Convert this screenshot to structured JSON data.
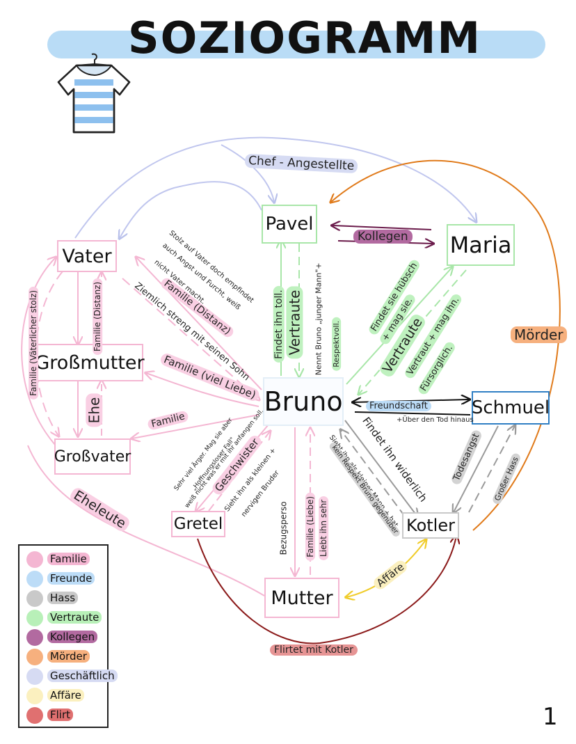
{
  "title": "SOZIOGRAMM",
  "icon": "striped-shirt-on-hanger-icon",
  "page_number": "1",
  "colors": {
    "familie": "#f4b6d2",
    "freunde": "#bcdcf7",
    "hass": "#c9c9c9",
    "vertraute": "#b8f0b8",
    "kollegen": "#b26aa0",
    "moerder": "#f6b07e",
    "geschaeftlich": "#d6dbf3",
    "affaere": "#fbf0bf",
    "flirt": "#e07070"
  },
  "nodes": {
    "vater": "Vater",
    "grossmutter": "Großmutter",
    "grossvater": "Großvater",
    "pavel": "Pavel",
    "maria": "Maria",
    "bruno": "Bruno",
    "schmuel": "Schmuel",
    "gretel": "Gretel",
    "kotler": "Kotler",
    "mutter": "Mutter"
  },
  "edges": {
    "chef_angestellte": "Chef - Angestellte",
    "kollegen": "Kollegen",
    "moerder": "Mörder",
    "vaterlicher_stolz": "Familie (Väterlicher stolz)",
    "familie_distanz_vg": "Familie (Distanz)",
    "ehe": "Ehe",
    "eheleute": "Eheleute",
    "stolz_1": "Stolz auf Vater doch empfindet",
    "stolz_2": "auch Angst und Furcht, weiß",
    "stolz_3": "nicht Vater macht.",
    "familie_distanz_vb": "Familie (Distanz)",
    "streng": "Ziemlich streng mit seinen Sohn",
    "familie_viel_liebe": "Familie (viel Liebe)",
    "familie_gv": "Familie",
    "findet_toll": "Findet ihn toll.",
    "vertraute_pavel": "Vertraute",
    "nennt_1": "Nennt Bruno „junger Mann\"+",
    "nennt_2": "Respektvoll.",
    "huebsch_1": "Findet sie hübsch",
    "huebsch_2": "+ mag sie.",
    "vertraute_maria": "Vertraute",
    "vertraut_mag_1": "Vertraut + mag ihn.",
    "vertraut_mag_2": "Fürsorglich.",
    "freundschaft": "Freundschaft",
    "ueber_tod": "+Über den Tod hinaus",
    "widerlich": "Findet ihn widerlich",
    "kleiner_1": "Sieht ihn als kleiner Mann + hat",
    "kleiner_2": "kein Respekt Bruno gegenüber",
    "todesangst": "Todesangst",
    "grosser_hass": "Großer Hass",
    "aerger_1": "Sehr viel Ärger. Mag sie aber",
    "aerger_2": "weiß nicht was er mit ihr anfangen soll.",
    "aerger_3": "„Hoffnungsloser Fall\"",
    "geschwister": "Geschwister",
    "nervig_1": "Sieht ihn als kleinen +",
    "nervig_2": "nervigen Bruder",
    "bezugsperson": "Bezugsperso",
    "familie_liebe": "Familie (Liebe)",
    "liebt_sehr": "Liebt ihn sehr",
    "affaere": "Affäre",
    "flirtet": "Flirtet mit Kotler"
  },
  "legend": [
    {
      "label": "Familie",
      "color": "#f4b6d2"
    },
    {
      "label": "Freunde",
      "color": "#bcdcf7"
    },
    {
      "label": "Hass",
      "color": "#c9c9c9"
    },
    {
      "label": "Vertraute",
      "color": "#b8f0b8"
    },
    {
      "label": "Kollegen",
      "color": "#b26aa0"
    },
    {
      "label": "Mörder",
      "color": "#f6b07e"
    },
    {
      "label": "Geschäftlich",
      "color": "#d6dbf3"
    },
    {
      "label": "Affäre",
      "color": "#fbf0bf"
    },
    {
      "label": "Flirt",
      "color": "#e07070"
    }
  ]
}
